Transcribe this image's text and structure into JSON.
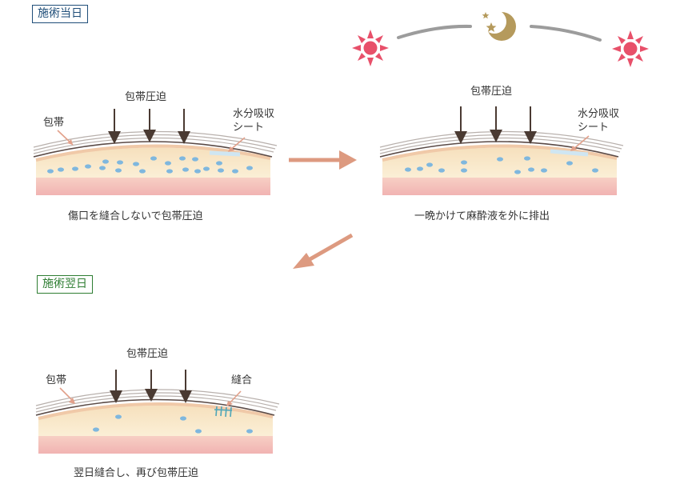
{
  "tags": {
    "day_of": "施術当日",
    "next_day": "施術翌日"
  },
  "panel1": {
    "label_bandage": "包帯",
    "label_pressure": "包帯圧迫",
    "label_sheet_1": "水分吸収",
    "label_sheet_2": "シート",
    "caption": "傷口を縫合しないで包帯圧迫"
  },
  "panel2": {
    "label_pressure": "包帯圧迫",
    "label_sheet_1": "水分吸収",
    "label_sheet_2": "シート",
    "caption": "一晩かけて麻酔液を外に排出"
  },
  "panel3": {
    "label_bandage": "包帯",
    "label_pressure": "包帯圧迫",
    "label_suture": "縫合",
    "caption": "翌日縫合し、再び包帯圧迫"
  },
  "colors": {
    "sun": "#e8506a",
    "moon": "#b59a5c",
    "arrow": "#dd9a80",
    "press_arrow": "#4a3a32",
    "skin": "#f3d8b5",
    "fat": "#fbefd4",
    "dermis": "#f2b7b3",
    "drop": "#7fb7de"
  },
  "icons": [
    "sun-icon",
    "moon-icon",
    "star-icon",
    "sun-icon"
  ]
}
